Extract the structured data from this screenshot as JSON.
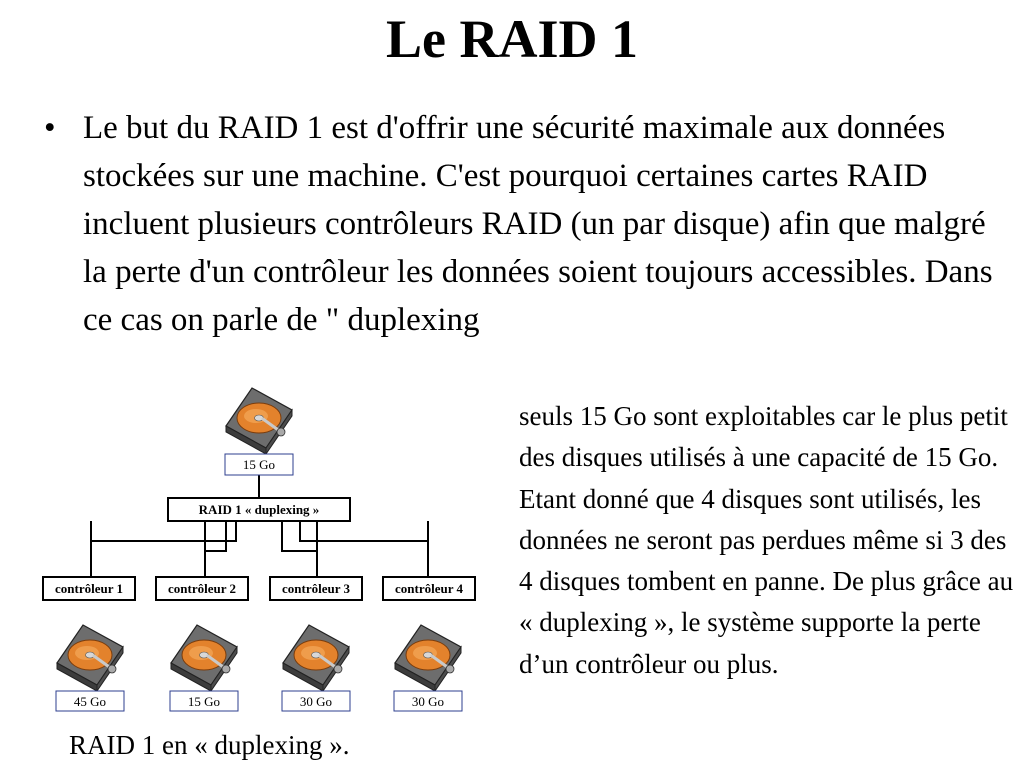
{
  "title": "Le RAID 1",
  "bullet": {
    "text": "Le but du RAID 1 est d'offrir une sécurité maximale aux données stockées sur une machine. C'est pourquoi certaines cartes RAID incluent plusieurs contrôleurs RAID (un par disque) afin que malgré la perte d'un contrôleur les données soient toujours accessibles. Dans ce cas on parle de \" duplexing"
  },
  "side_text": "seuls 15 Go sont exploitables car le plus petit des disques utilisés à une capacité de 15 Go. Etant donné que 4 disques sont utilisés, les données ne seront pas perdues même si 3 des 4 disques tombent en panne. De plus grâce au « duplexing », le système supporte la perte d’un contrôleur ou plus.",
  "diagram": {
    "top_capacity": "15 Go",
    "raid_label": "RAID 1 « duplexing »",
    "controllers": [
      "contrôleur 1",
      "contrôleur 2",
      "contrôleur 3",
      "contrôleur 4"
    ],
    "disks": [
      "45 Go",
      "15 Go",
      "30 Go",
      "30 Go"
    ]
  },
  "caption": "RAID 1 en « duplexing »."
}
